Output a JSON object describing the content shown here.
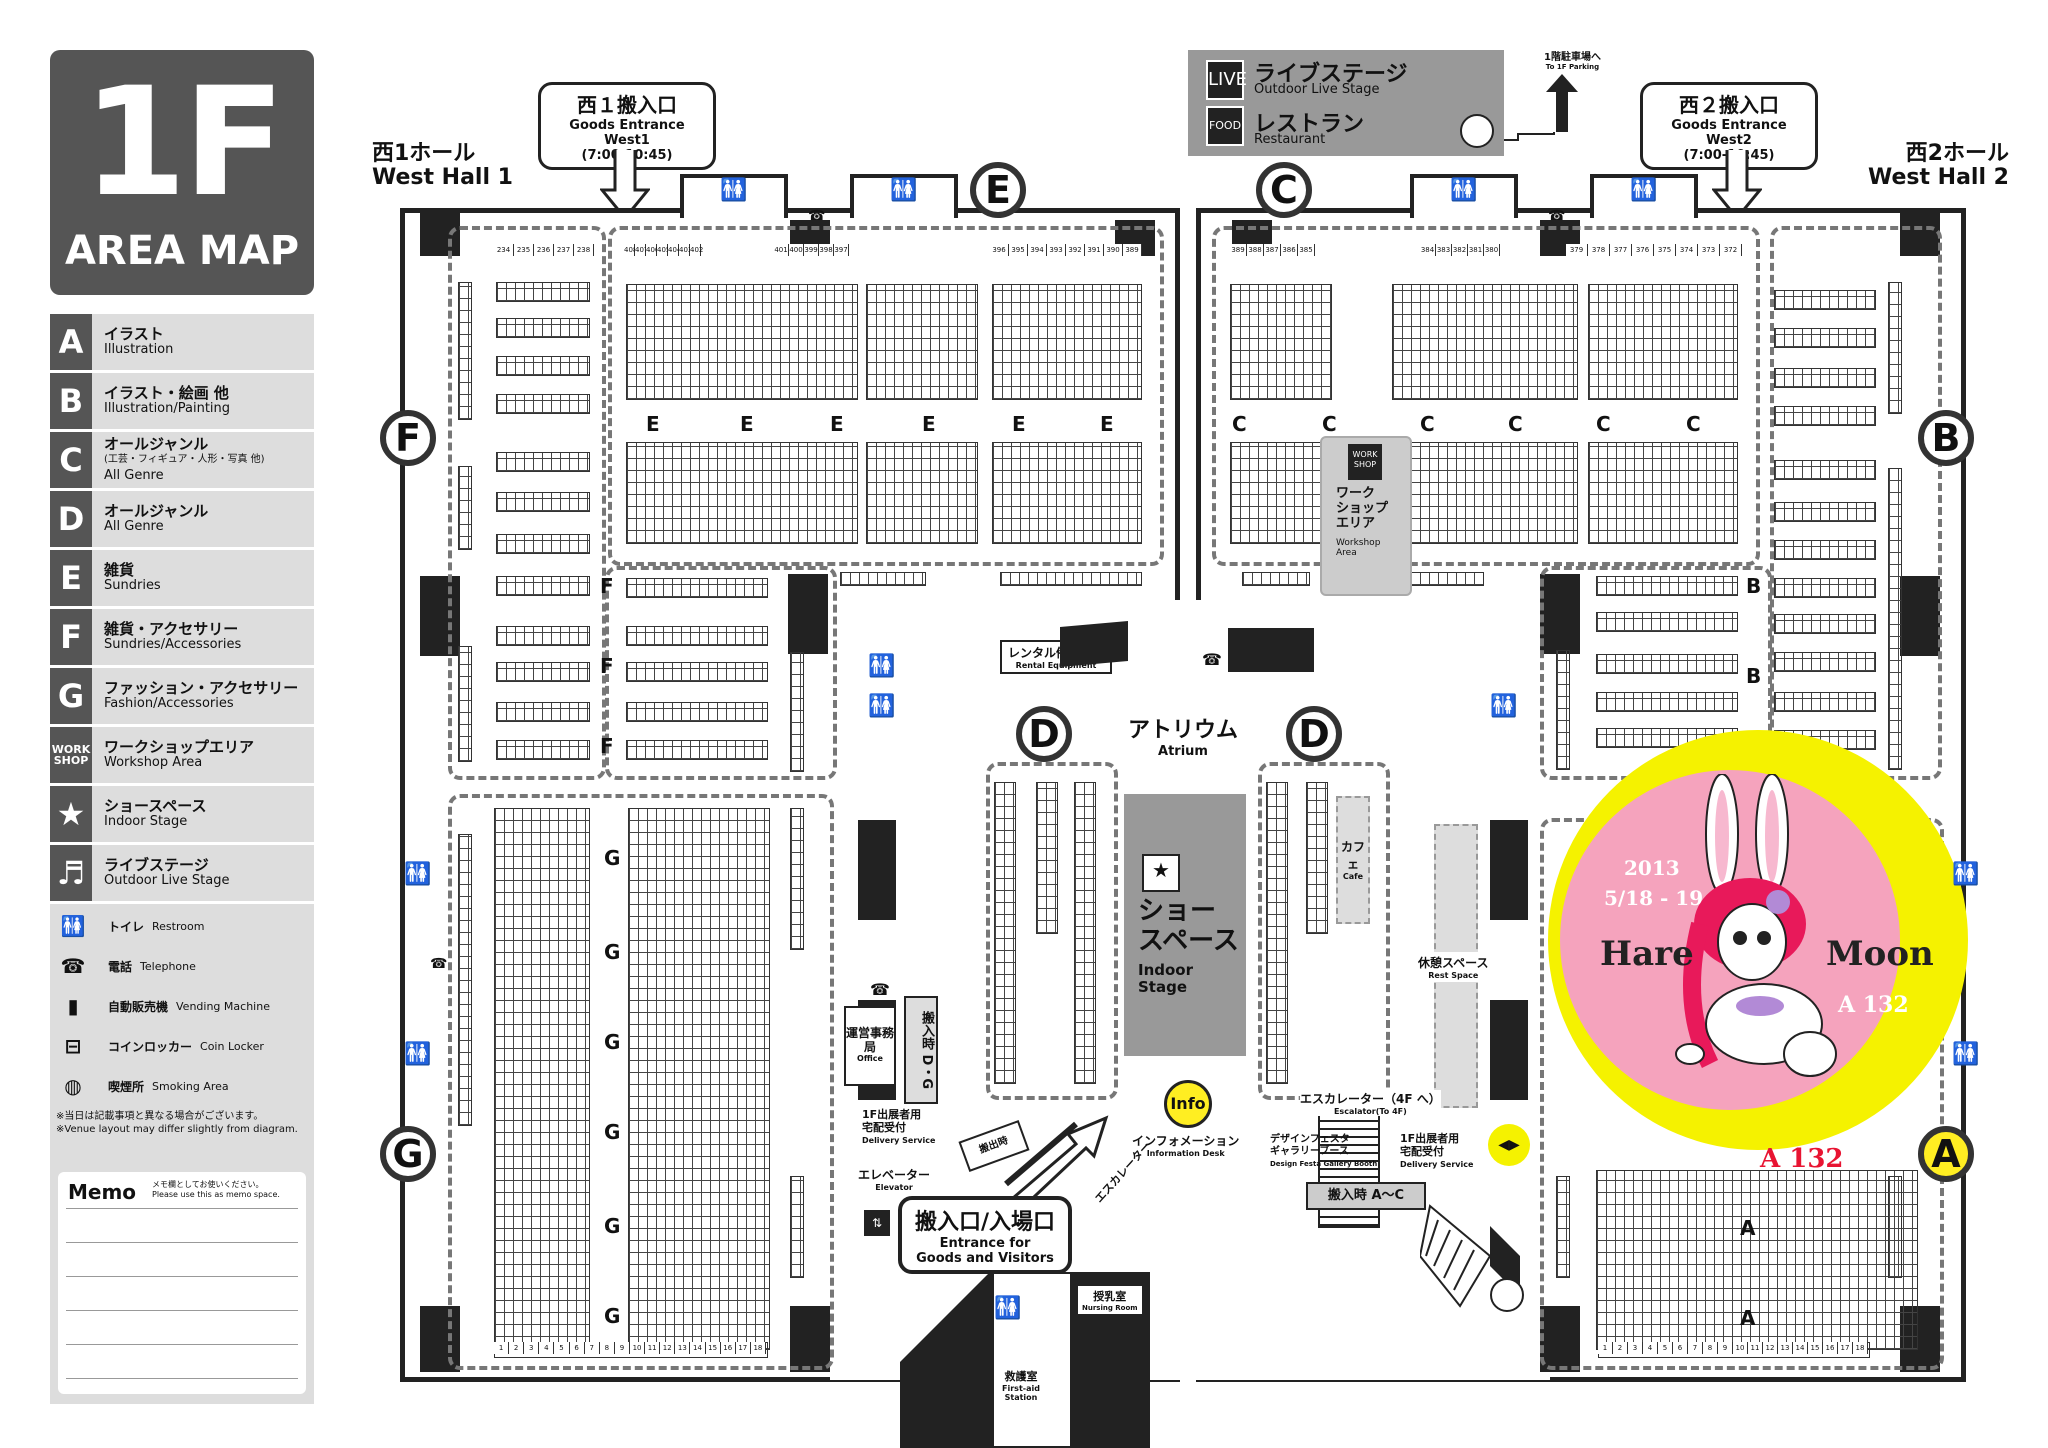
{
  "title": {
    "floor": "1F",
    "subtitle": "AREA MAP"
  },
  "legend": [
    {
      "key": "A",
      "jp": "イラスト",
      "en": "Illustration"
    },
    {
      "key": "B",
      "jp": "イラスト・絵画 他",
      "en": "Illustration/Painting"
    },
    {
      "key": "C",
      "jp": "オールジャンル",
      "jp2": "(工芸・フィギュア・人形・写真 他)",
      "en": "All Genre"
    },
    {
      "key": "D",
      "jp": "オールジャンル",
      "en": "All Genre"
    },
    {
      "key": "E",
      "jp": "雑貨",
      "en": "Sundries"
    },
    {
      "key": "F",
      "jp": "雑貨・アクセサリー",
      "en": "Sundries/Accessories"
    },
    {
      "key": "G",
      "jp": "ファッション・アクセサリー",
      "en": "Fashion/Accessories"
    },
    {
      "key": "WORK SHOP",
      "jp": "ワークショップエリア",
      "en": "Workshop Area"
    },
    {
      "key": "★",
      "jp": "ショースペース",
      "en": "Indoor Stage"
    },
    {
      "key": "♬",
      "jp": "ライブステージ",
      "en": "Outdoor Live Stage"
    }
  ],
  "facilities": [
    {
      "icon": "restroom-icon",
      "glyph": "🚻",
      "jp": "トイレ",
      "en": "Restroom"
    },
    {
      "icon": "telephone-icon",
      "glyph": "☎",
      "jp": "電話",
      "en": "Telephone"
    },
    {
      "icon": "vending-machine-icon",
      "glyph": "▮",
      "jp": "自動販売機",
      "en": "Vending Machine"
    },
    {
      "icon": "coin-locker-icon",
      "glyph": "⊟",
      "jp": "コインロッカー",
      "en": "Coin Locker"
    },
    {
      "icon": "smoking-area-icon",
      "glyph": "◍",
      "jp": "喫煙所",
      "en": "Smoking Area"
    }
  ],
  "notes": [
    "※当日は記載事項と異なる場合がございます。",
    "※Venue layout may differ slightly from diagram."
  ],
  "memo": {
    "title": "Memo",
    "jp": "メモ欄としてお使いください。",
    "en": "Please use this as memo space."
  },
  "halls": {
    "west1": {
      "jp": "西1ホール",
      "en": "West Hall 1"
    },
    "west2": {
      "jp": "西2ホール",
      "en": "West Hall 2"
    }
  },
  "entrances": {
    "west1": {
      "jp": "西１搬入口",
      "en": "Goods Entrance West1",
      "time": "(7:00-10:45)"
    },
    "west2": {
      "jp": "西２搬入口",
      "en": "Goods Entrance West2",
      "time": "(7:00-10:45)"
    },
    "main": {
      "jp": "搬入口/入場口",
      "en1": "Entrance for",
      "en2": "Goods and Visitors"
    }
  },
  "top_banner": {
    "live_jp": "ライブステージ",
    "live_en": "Outdoor Live Stage",
    "live_icon": "LIVE",
    "rest_jp": "レストラン",
    "rest_en": "Restaurant",
    "rest_icon": "FOOD"
  },
  "parking": {
    "jp": "1階駐車場へ",
    "en": "To 1F Parking"
  },
  "areas": {
    "A": "A",
    "B": "B",
    "C": "C",
    "D": "D",
    "E": "E",
    "F": "F",
    "G": "G"
  },
  "atrium": {
    "jp": "アトリウム",
    "en": "Atrium"
  },
  "show_space": {
    "jp1": "ショー",
    "jp2": "スペース",
    "en1": "Indoor",
    "en2": "Stage",
    "icon": "SHOW"
  },
  "workshop": {
    "jp1": "ワーク",
    "jp2": "ショップ",
    "jp3": "エリア",
    "en1": "Workshop",
    "en2": "Area",
    "icon": "WORK SHOP"
  },
  "cafe": {
    "jp": "カフェ",
    "en": "Cafe"
  },
  "rental": {
    "jp": "レンタル備品受付",
    "en": "Rental Equipment"
  },
  "rest_space": {
    "jp": "休憩スペース",
    "en": "Rest Space"
  },
  "office": {
    "jp": "運営事務局",
    "en": "Office"
  },
  "entry_dg": "搬入時 D・G",
  "delivery_left": {
    "jp1": "1F出展者用",
    "jp2": "宅配受付",
    "en": "Delivery Service"
  },
  "delivery_right": {
    "jp1": "1F出展者用",
    "jp2": "宅配受付",
    "en": "Delivery Service"
  },
  "elevator": {
    "jp": "エレベーター",
    "en": "Elevator"
  },
  "escalator_left": {
    "jp": "エスカレーター",
    "en": "Escalator"
  },
  "escalator_mid": {
    "jp": "エスカレーター（4F へ）",
    "en": "Escalator(To 4F)"
  },
  "info": {
    "badge": "Info",
    "jp": "インフォメーション",
    "en": "Information Desk"
  },
  "gallery": {
    "jp1": "デザインフェスタ",
    "jp2": "ギャラリーブース",
    "en": "Design Festa Gallery Booth"
  },
  "entry_ac": "搬入時 A〜C",
  "nursing": {
    "jp": "授乳室",
    "en": "Nursing Room"
  },
  "firstaid": {
    "jp": "救護室",
    "en1": "First-aid",
    "en2": "Station"
  },
  "entry_small": "搬出時",
  "poster": {
    "year": "2013",
    "dates": "5/18 - 19",
    "word1": "Hare",
    "word2": "Moon",
    "booth": "A 132",
    "booth_big": "A 132"
  },
  "bottom_rows": {
    "west1": [
      "1",
      "2",
      "3",
      "4",
      "5",
      "6",
      "7",
      "8",
      "9",
      "10",
      "11",
      "12",
      "13",
      "14",
      "15",
      "16",
      "17",
      "18"
    ],
    "west2_a1": [
      "1",
      "2",
      "3",
      "4",
      "5",
      "6",
      "7",
      "8",
      "9",
      "10",
      "11",
      "12",
      "13",
      "14",
      "15",
      "16",
      "17",
      "18"
    ]
  },
  "sample_booths": {
    "top_w1": [
      "234",
      "235",
      "236",
      "237",
      "238"
    ],
    "top_e1": [
      "408",
      "407",
      "406",
      "405",
      "404",
      "403",
      "402"
    ],
    "top_e2": [
      "401",
      "400",
      "399",
      "398",
      "397"
    ],
    "top_e3": [
      "396",
      "395",
      "394",
      "393",
      "392",
      "391",
      "390",
      "389"
    ],
    "top_c1": [
      "389",
      "388",
      "387",
      "386",
      "385"
    ],
    "top_c2": [
      "384",
      "383",
      "382",
      "381",
      "380"
    ],
    "top_c3": [
      "379",
      "378",
      "377",
      "376",
      "375",
      "374",
      "373",
      "372"
    ]
  }
}
